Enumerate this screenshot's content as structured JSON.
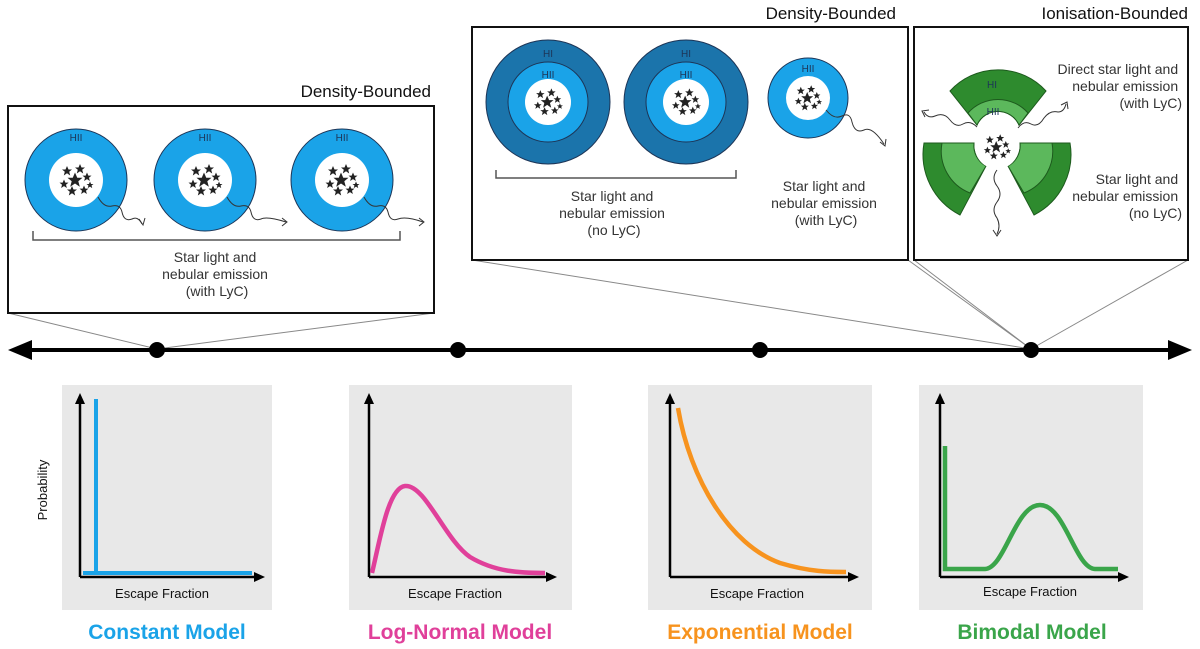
{
  "colors": {
    "blue": "#1aa3e8",
    "pink": "#e0409a",
    "orange": "#f7931e",
    "green": "#3aa54a",
    "hi_blue": "#1b74ab",
    "hi_green": "#2e8b2e",
    "hii_green": "#5cb85c"
  },
  "panels": {
    "left": {
      "title": "Density-Bounded",
      "ring_label": "HII",
      "caption": [
        "Star light and",
        "nebular emission",
        "(with LyC)"
      ]
    },
    "middle": {
      "title": "Density-Bounded",
      "outer_label": "HI",
      "inner_label": "HII",
      "caption_left": [
        "Star light and",
        "nebular emission",
        "(no LyC)"
      ],
      "caption_right": [
        "Star light and",
        "nebular emission",
        "(with LyC)"
      ]
    },
    "right": {
      "title": "Ionisation-Bounded",
      "outer_label": "HI",
      "inner_label": "HII",
      "caption_top": [
        "Direct star light and",
        "nebular emission",
        "(with LyC)"
      ],
      "caption_bottom": [
        "Star light and",
        "nebular emission",
        "(no LyC)"
      ]
    }
  },
  "chart_data": [
    {
      "type": "line",
      "title": "Constant Model",
      "xlabel": "Escape Fraction",
      "ylabel": "Probability",
      "color": "#1aa3e8",
      "shape": "spike at low escape fraction"
    },
    {
      "type": "line",
      "title": "Log-Normal Model",
      "xlabel": "Escape Fraction",
      "ylabel": "",
      "color": "#e0409a",
      "shape": "log-normal"
    },
    {
      "type": "line",
      "title": "Exponential Model",
      "xlabel": "Escape Fraction",
      "ylabel": "",
      "color": "#f7931e",
      "shape": "exponential decay"
    },
    {
      "type": "line",
      "title": "Bimodal Model",
      "xlabel": "Escape Fraction",
      "ylabel": "",
      "color": "#3aa54a",
      "shape": "spike at zero plus gaussian"
    }
  ]
}
